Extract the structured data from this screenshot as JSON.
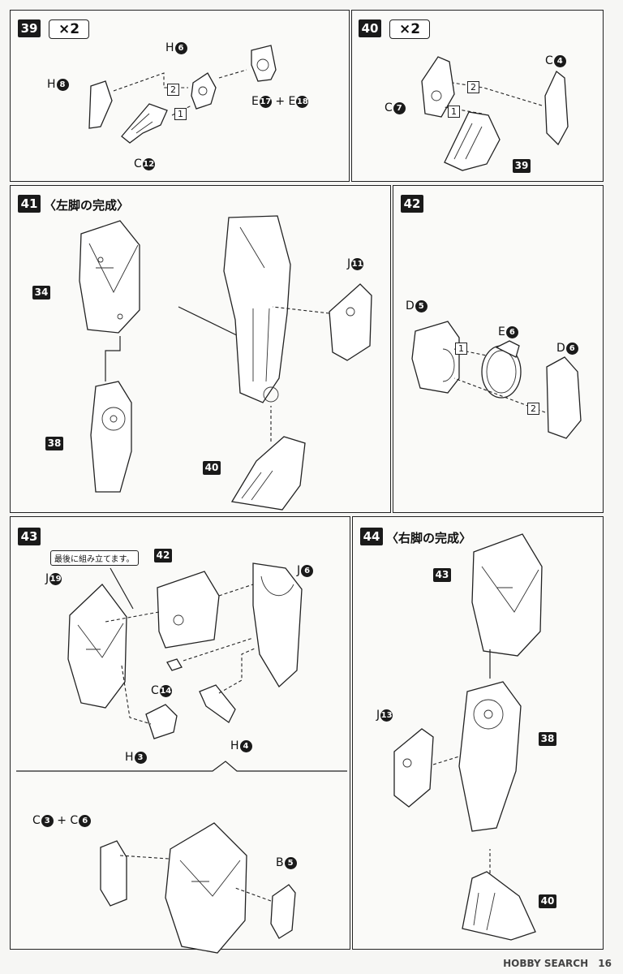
{
  "steps": {
    "s39": {
      "number": "39",
      "multiplier": "×2"
    },
    "s40": {
      "number": "40",
      "multiplier": "×2"
    },
    "s41": {
      "number": "41",
      "title": "〈左脚の完成〉"
    },
    "s42": {
      "number": "42"
    },
    "s43": {
      "number": "43",
      "note": "最後に組み立てます。"
    },
    "s44": {
      "number": "44",
      "title": "〈右脚の完成〉"
    }
  },
  "parts": {
    "p39": {
      "h8": {
        "letter": "H",
        "num": "8"
      },
      "h6": {
        "letter": "H",
        "num": "6"
      },
      "c12": {
        "letter": "C",
        "num": "12"
      },
      "e17": {
        "letter": "E",
        "num": "17"
      },
      "plus": "+",
      "e18": {
        "letter": "E",
        "num": "18"
      }
    },
    "p40": {
      "c4": {
        "letter": "C",
        "num": "4"
      },
      "c7": {
        "letter": "C",
        "num": "7"
      },
      "ref39": "39"
    },
    "p41": {
      "ref34": "34",
      "ref38": "38",
      "j11": {
        "letter": "J",
        "num": "11"
      },
      "ref40": "40"
    },
    "p42": {
      "d5": {
        "letter": "D",
        "num": "5"
      },
      "e6": {
        "letter": "E",
        "num": "6"
      },
      "d6": {
        "letter": "D",
        "num": "6"
      }
    },
    "p43": {
      "j19": {
        "letter": "J",
        "num": "19"
      },
      "ref42": "42",
      "j6": {
        "letter": "J",
        "num": "6"
      },
      "c14": {
        "letter": "C",
        "num": "14"
      },
      "h3": {
        "letter": "H",
        "num": "3"
      },
      "h4": {
        "letter": "H",
        "num": "4"
      },
      "c3": {
        "letter": "C",
        "num": "3"
      },
      "plus": "+",
      "c6": {
        "letter": "C",
        "num": "6"
      },
      "b5": {
        "letter": "B",
        "num": "5"
      }
    },
    "p44": {
      "ref43": "43",
      "j13": {
        "letter": "J",
        "num": "13"
      },
      "ref38": "38",
      "ref40": "40"
    }
  },
  "order_marks": {
    "one": "1",
    "two": "2"
  },
  "footer": {
    "brand": "HOBBY SEARCH",
    "page": "16"
  }
}
